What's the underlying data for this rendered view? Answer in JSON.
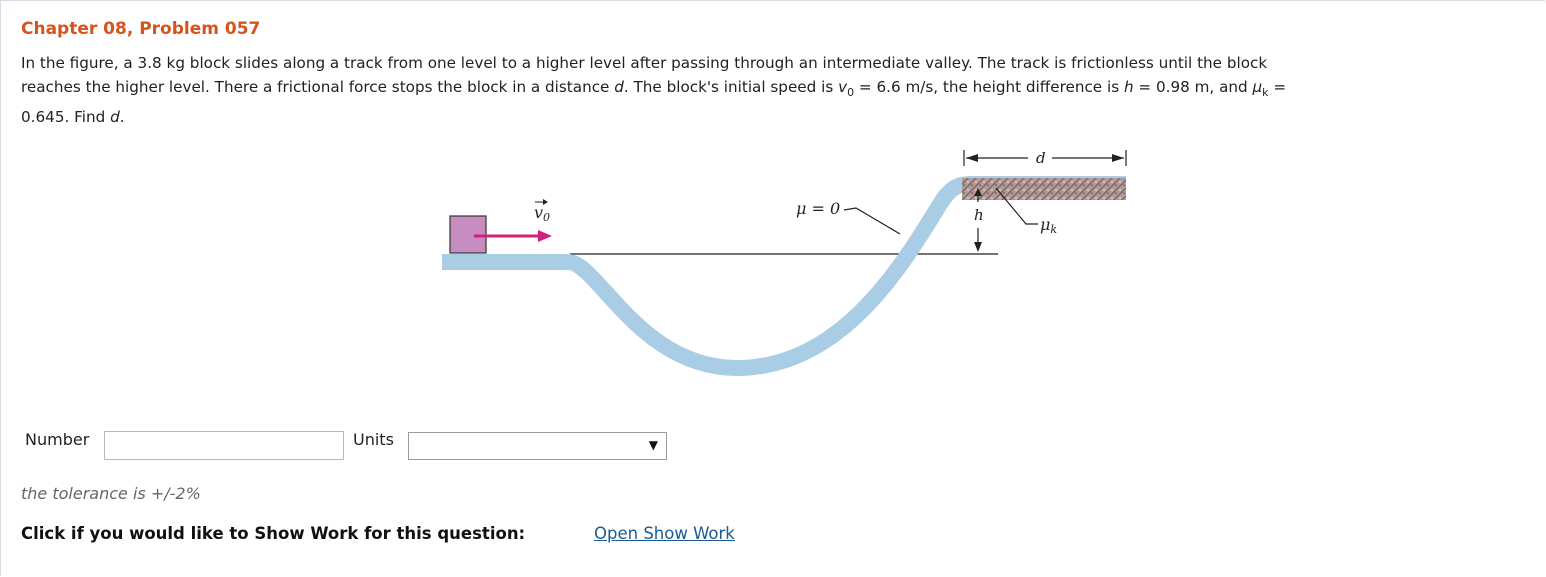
{
  "problem": {
    "title": "Chapter 08, Problem 057",
    "line1": "In the figure, a 3.8 kg block slides along a track from one level to a higher level after passing through an intermediate valley. The track is frictionless until the block",
    "line2_pre": "reaches the higher level. There a frictional force stops the block in a distance ",
    "d": "d",
    "line2_mid": ". The block's initial speed is ",
    "v": "v",
    "v_sub": "0",
    "v_eq": " = 6.6 m/s, the height difference is ",
    "h": "h",
    "h_eq": " = 0.98 m, and ",
    "mu": "μ",
    "mu_sub": "k",
    "mu_eq": " =",
    "line3_pre": "0.645. Find ",
    "line3_d": "d",
    "line3_post": "."
  },
  "figure": {
    "v0_label": "v",
    "v0_sub": "0",
    "mu0_label": "μ = 0",
    "h_label": "h",
    "d_label": "d",
    "muk_label": "μ",
    "muk_sub": "k",
    "colors": {
      "track": "#aacde6",
      "block": "#c78cc0",
      "arrow": "#d0217e",
      "friction": "#a58a86"
    }
  },
  "answer": {
    "number_label": "Number",
    "number_value": "",
    "units_label": "Units",
    "units_value": "",
    "units_arrow": "▼"
  },
  "tolerance": "the tolerance is +/-2%",
  "show_work": {
    "prompt": "Click if you would like to Show Work for this question:",
    "link": "Open Show Work"
  }
}
